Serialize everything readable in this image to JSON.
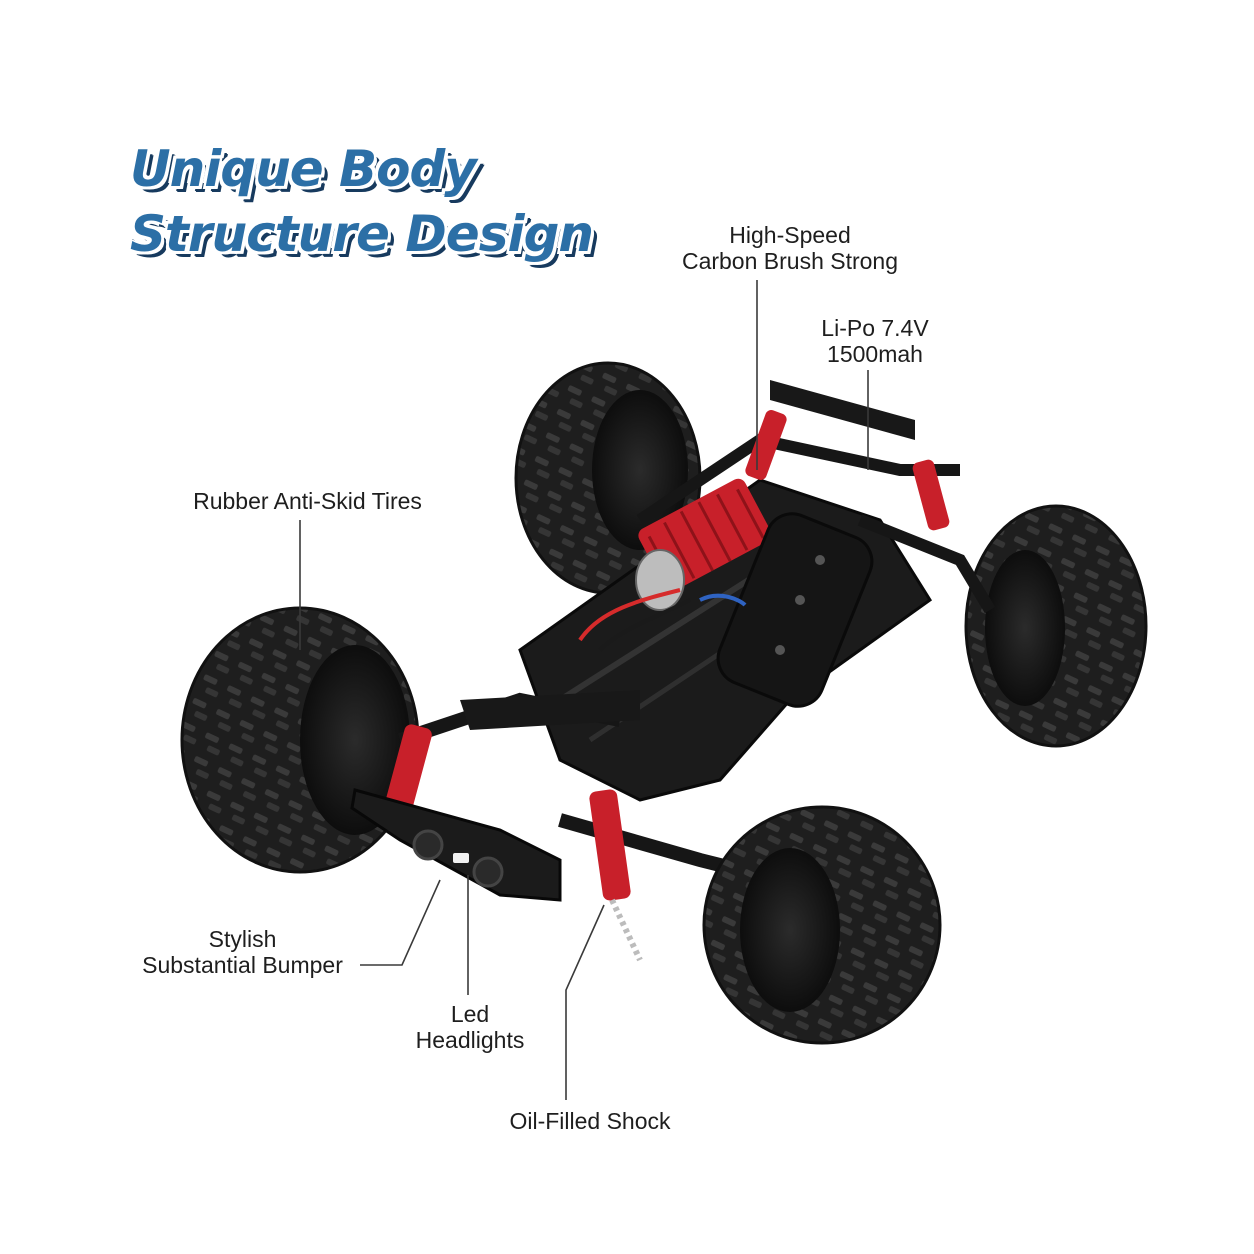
{
  "headline": {
    "line1": "Unique Body",
    "line2": "Structure Design"
  },
  "callouts": {
    "motor": {
      "line1": "High-Speed",
      "line2": "Carbon Brush Strong"
    },
    "battery": {
      "line1": "Li-Po 7.4V",
      "line2": "1500mah"
    },
    "tires": {
      "line1": "Rubber Anti-Skid Tires"
    },
    "bumper": {
      "line1": "Stylish",
      "line2": "Substantial Bumper"
    },
    "headlights": {
      "line1": "Led",
      "line2": "Headlights"
    },
    "shock": {
      "line1": "Oil-Filled Shock"
    }
  },
  "colors": {
    "headline_fill": "#2c6fa6",
    "headline_outline": "#173a5e",
    "accent_red": "#c8202a",
    "chassis": "#1b1b1b"
  },
  "image": {
    "subject": "rc-truck-chassis-illustration"
  }
}
